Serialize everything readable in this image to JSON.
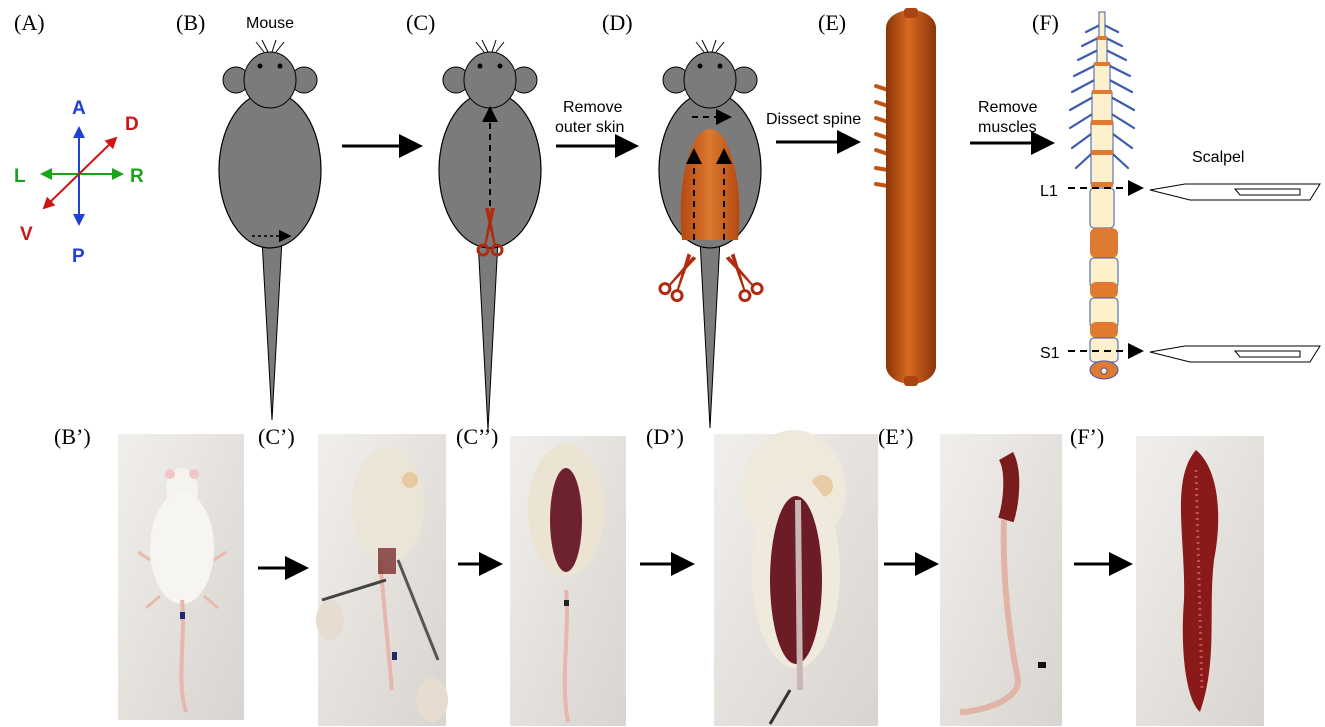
{
  "panels": {
    "A": "(A)",
    "B": "(B)",
    "C": "(C)",
    "D": "(D)",
    "E": "(E)",
    "F": "(F)",
    "B2": "(B’)",
    "C2": "(C’)",
    "C3": "(C’’)",
    "D2": "(D’)",
    "E2": "(E’)",
    "F2": "(F’)"
  },
  "orientation": {
    "anterior": "A",
    "posterior": "P",
    "left": "L",
    "right": "R",
    "dorsal": "D",
    "ventral": "V",
    "colors": {
      "ap": "#1f3fd6",
      "lr": "#1aa31a",
      "dv": "#cc1515"
    }
  },
  "labels": {
    "mouse": "Mouse",
    "remove_outer_skin_1": "Remove",
    "remove_outer_skin_2": "outer skin",
    "dissect_spine": "Dissect spine",
    "remove_muscles_1": "Remove",
    "remove_muscles_2": "muscles",
    "scalpel": "Scalpel",
    "l1": "L1",
    "s1": "S1"
  },
  "colors": {
    "mouse_body": "#7b7b7b",
    "spine_orange": "#cc5a14",
    "nerve_blue": "#3b5bb0",
    "vertebra_cream": "#fdf0cc",
    "scissor_red": "#b02a10"
  }
}
